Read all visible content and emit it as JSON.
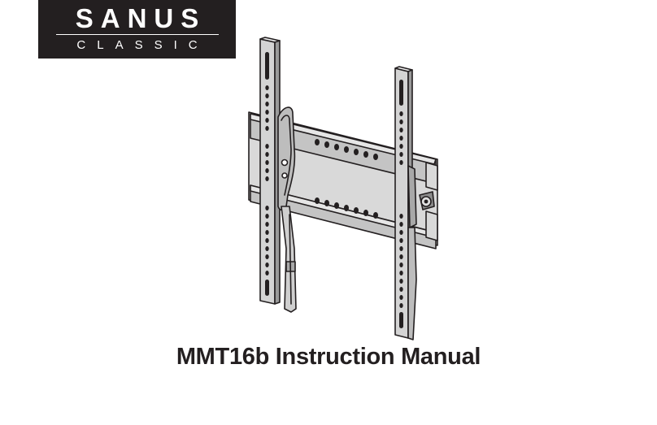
{
  "logo": {
    "brand": "SANUS",
    "trademark": "™",
    "subline": "CLASSIC"
  },
  "illustration": {
    "subject": "wall-mount-bracket"
  },
  "document": {
    "title": "MMT16b Instruction Manual"
  },
  "colors": {
    "logo_background": "#231f20",
    "logo_text": "#ffffff",
    "title_text": "#231f20",
    "line_art": "#231f20",
    "metal_fill": "#c8c8c8",
    "metal_light": "#e2e2e2"
  }
}
